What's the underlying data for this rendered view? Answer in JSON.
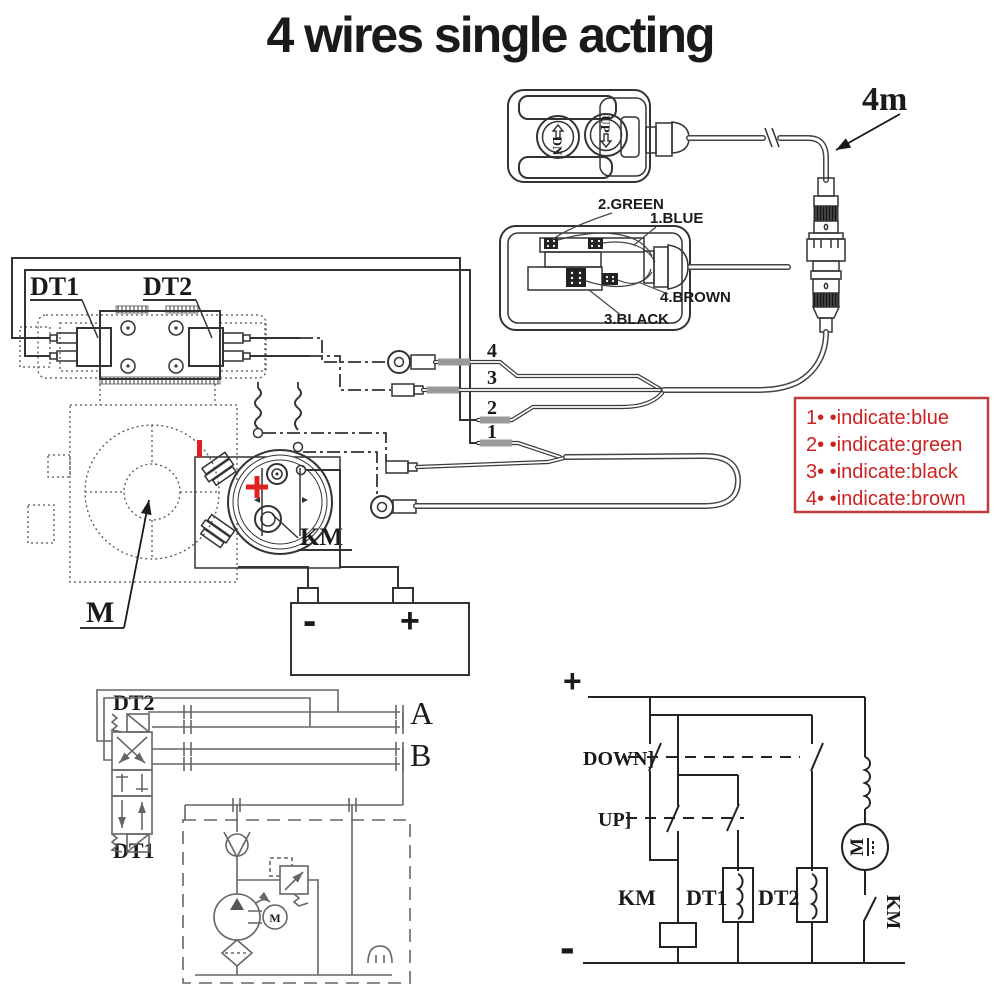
{
  "title": "4 wires single acting",
  "pendant": {
    "button_down": "DN",
    "button_up": "UP",
    "cable_length": "4m"
  },
  "remote": {
    "wire_green": "2.GREEN",
    "wire_blue": "1.BLUE",
    "wire_brown": "4.BROWN",
    "wire_black": "3.BLACK"
  },
  "legend": {
    "items": [
      "1• •indicate:blue",
      "2• •indicate:green",
      "3• •indicate:black",
      "4• •indicate:brown"
    ]
  },
  "labels": {
    "dt1": "DT1",
    "dt2": "DT2",
    "motor": "M",
    "contactor": "KM",
    "battery_minus": "-",
    "battery_plus": "+"
  },
  "wires": {
    "n1": "1",
    "n2": "2",
    "n3": "3",
    "n4": "4"
  },
  "hydraulic": {
    "dt2": "DT2",
    "dt1": "DT1",
    "port_a": "A",
    "port_b": "B"
  },
  "schematic": {
    "plus": "+",
    "minus": "-",
    "down": "DOWN]",
    "up": "UP]",
    "km_coil": "KM",
    "dt1": "DT1",
    "dt2": "DT2",
    "motor": "M",
    "km_contact": "KM"
  },
  "colors": {
    "legend_red": "#cc2222",
    "wire_green": "#2eb82e",
    "wire_blue": "#1d1d99",
    "wire_brown": "#7a4b3a",
    "accent_red": "#e02020"
  }
}
